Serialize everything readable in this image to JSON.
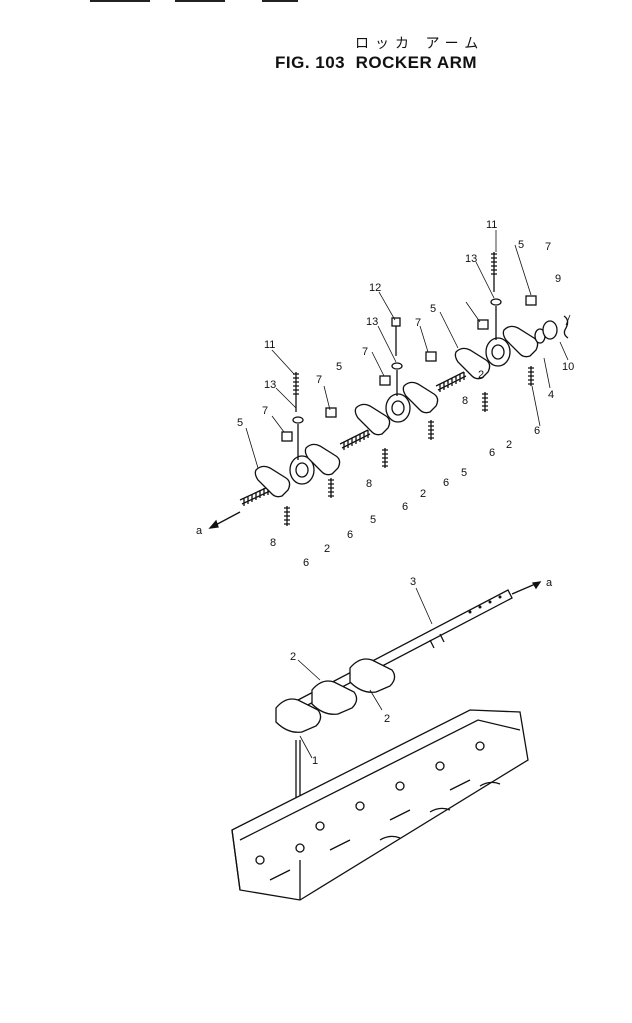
{
  "header": {
    "katakana": "ロッカ アーム",
    "title": "FIG. 103  ROCKER ARM"
  },
  "callouts": [
    {
      "key": "c11a",
      "text": "11"
    },
    {
      "key": "c13a",
      "text": "13"
    },
    {
      "key": "c5a",
      "text": "5"
    },
    {
      "key": "c7a",
      "text": "7"
    },
    {
      "key": "c9",
      "text": "9"
    },
    {
      "key": "c10",
      "text": "10"
    },
    {
      "key": "c4",
      "text": "4"
    },
    {
      "key": "c6a",
      "text": "6"
    },
    {
      "key": "c2a",
      "text": "2"
    },
    {
      "key": "c12",
      "text": "12"
    },
    {
      "key": "c13b",
      "text": "13"
    },
    {
      "key": "c7b",
      "text": "7"
    },
    {
      "key": "c5b",
      "text": "5"
    },
    {
      "key": "c7c",
      "text": "7"
    },
    {
      "key": "c8a",
      "text": "8"
    },
    {
      "key": "c5c",
      "text": "5"
    },
    {
      "key": "c6b",
      "text": "6"
    },
    {
      "key": "c2b",
      "text": "2"
    },
    {
      "key": "c6c",
      "text": "6"
    },
    {
      "key": "c11b",
      "text": "11"
    },
    {
      "key": "c13c",
      "text": "13"
    },
    {
      "key": "c7d",
      "text": "7"
    },
    {
      "key": "c5d",
      "text": "5"
    },
    {
      "key": "c8b",
      "text": "8"
    },
    {
      "key": "c5e",
      "text": "5"
    },
    {
      "key": "c6d",
      "text": "6"
    },
    {
      "key": "c7e",
      "text": "7"
    },
    {
      "key": "c5f",
      "text": "5"
    },
    {
      "key": "c2c",
      "text": "2"
    },
    {
      "key": "c6e",
      "text": "6"
    },
    {
      "key": "c8c",
      "text": "8"
    },
    {
      "key": "c6f",
      "text": "6"
    },
    {
      "key": "c2d",
      "text": "2"
    },
    {
      "key": "ca1",
      "text": "a"
    },
    {
      "key": "c3",
      "text": "3"
    },
    {
      "key": "ca2",
      "text": "a"
    },
    {
      "key": "c2e",
      "text": "2"
    },
    {
      "key": "c2f",
      "text": "2"
    },
    {
      "key": "c1",
      "text": "1"
    }
  ]
}
